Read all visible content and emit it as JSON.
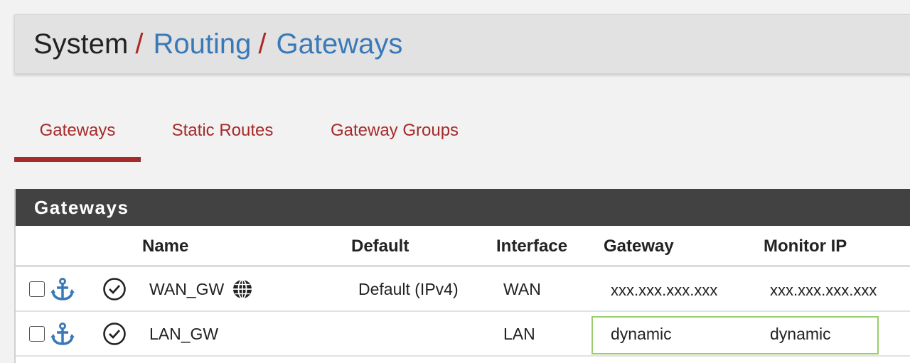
{
  "breadcrumb": {
    "root": "System",
    "separator": "/",
    "items": [
      "Routing",
      "Gateways"
    ]
  },
  "tabs": [
    {
      "label": "Gateways",
      "active": true
    },
    {
      "label": "Static Routes",
      "active": false
    },
    {
      "label": "Gateway Groups",
      "active": false
    }
  ],
  "panel": {
    "title": "Gateways",
    "columns": [
      "Name",
      "Default",
      "Interface",
      "Gateway",
      "Monitor IP"
    ],
    "rows": [
      {
        "name": "WAN_GW",
        "default": "Default (IPv4)",
        "interface": "WAN",
        "gateway": "xxx.xxx.xxx.xxx",
        "monitor_ip": "xxx.xxx.xxx.xxx",
        "globe_icon": true
      },
      {
        "name": "LAN_GW",
        "default": "",
        "interface": "LAN",
        "gateway": "dynamic",
        "monitor_ip": "dynamic",
        "globe_icon": false
      }
    ]
  },
  "colors": {
    "accent_red": "#a52a2a",
    "link_blue": "#3a79b8",
    "panel_header": "#424242",
    "highlight_green": "#9acd6b"
  }
}
